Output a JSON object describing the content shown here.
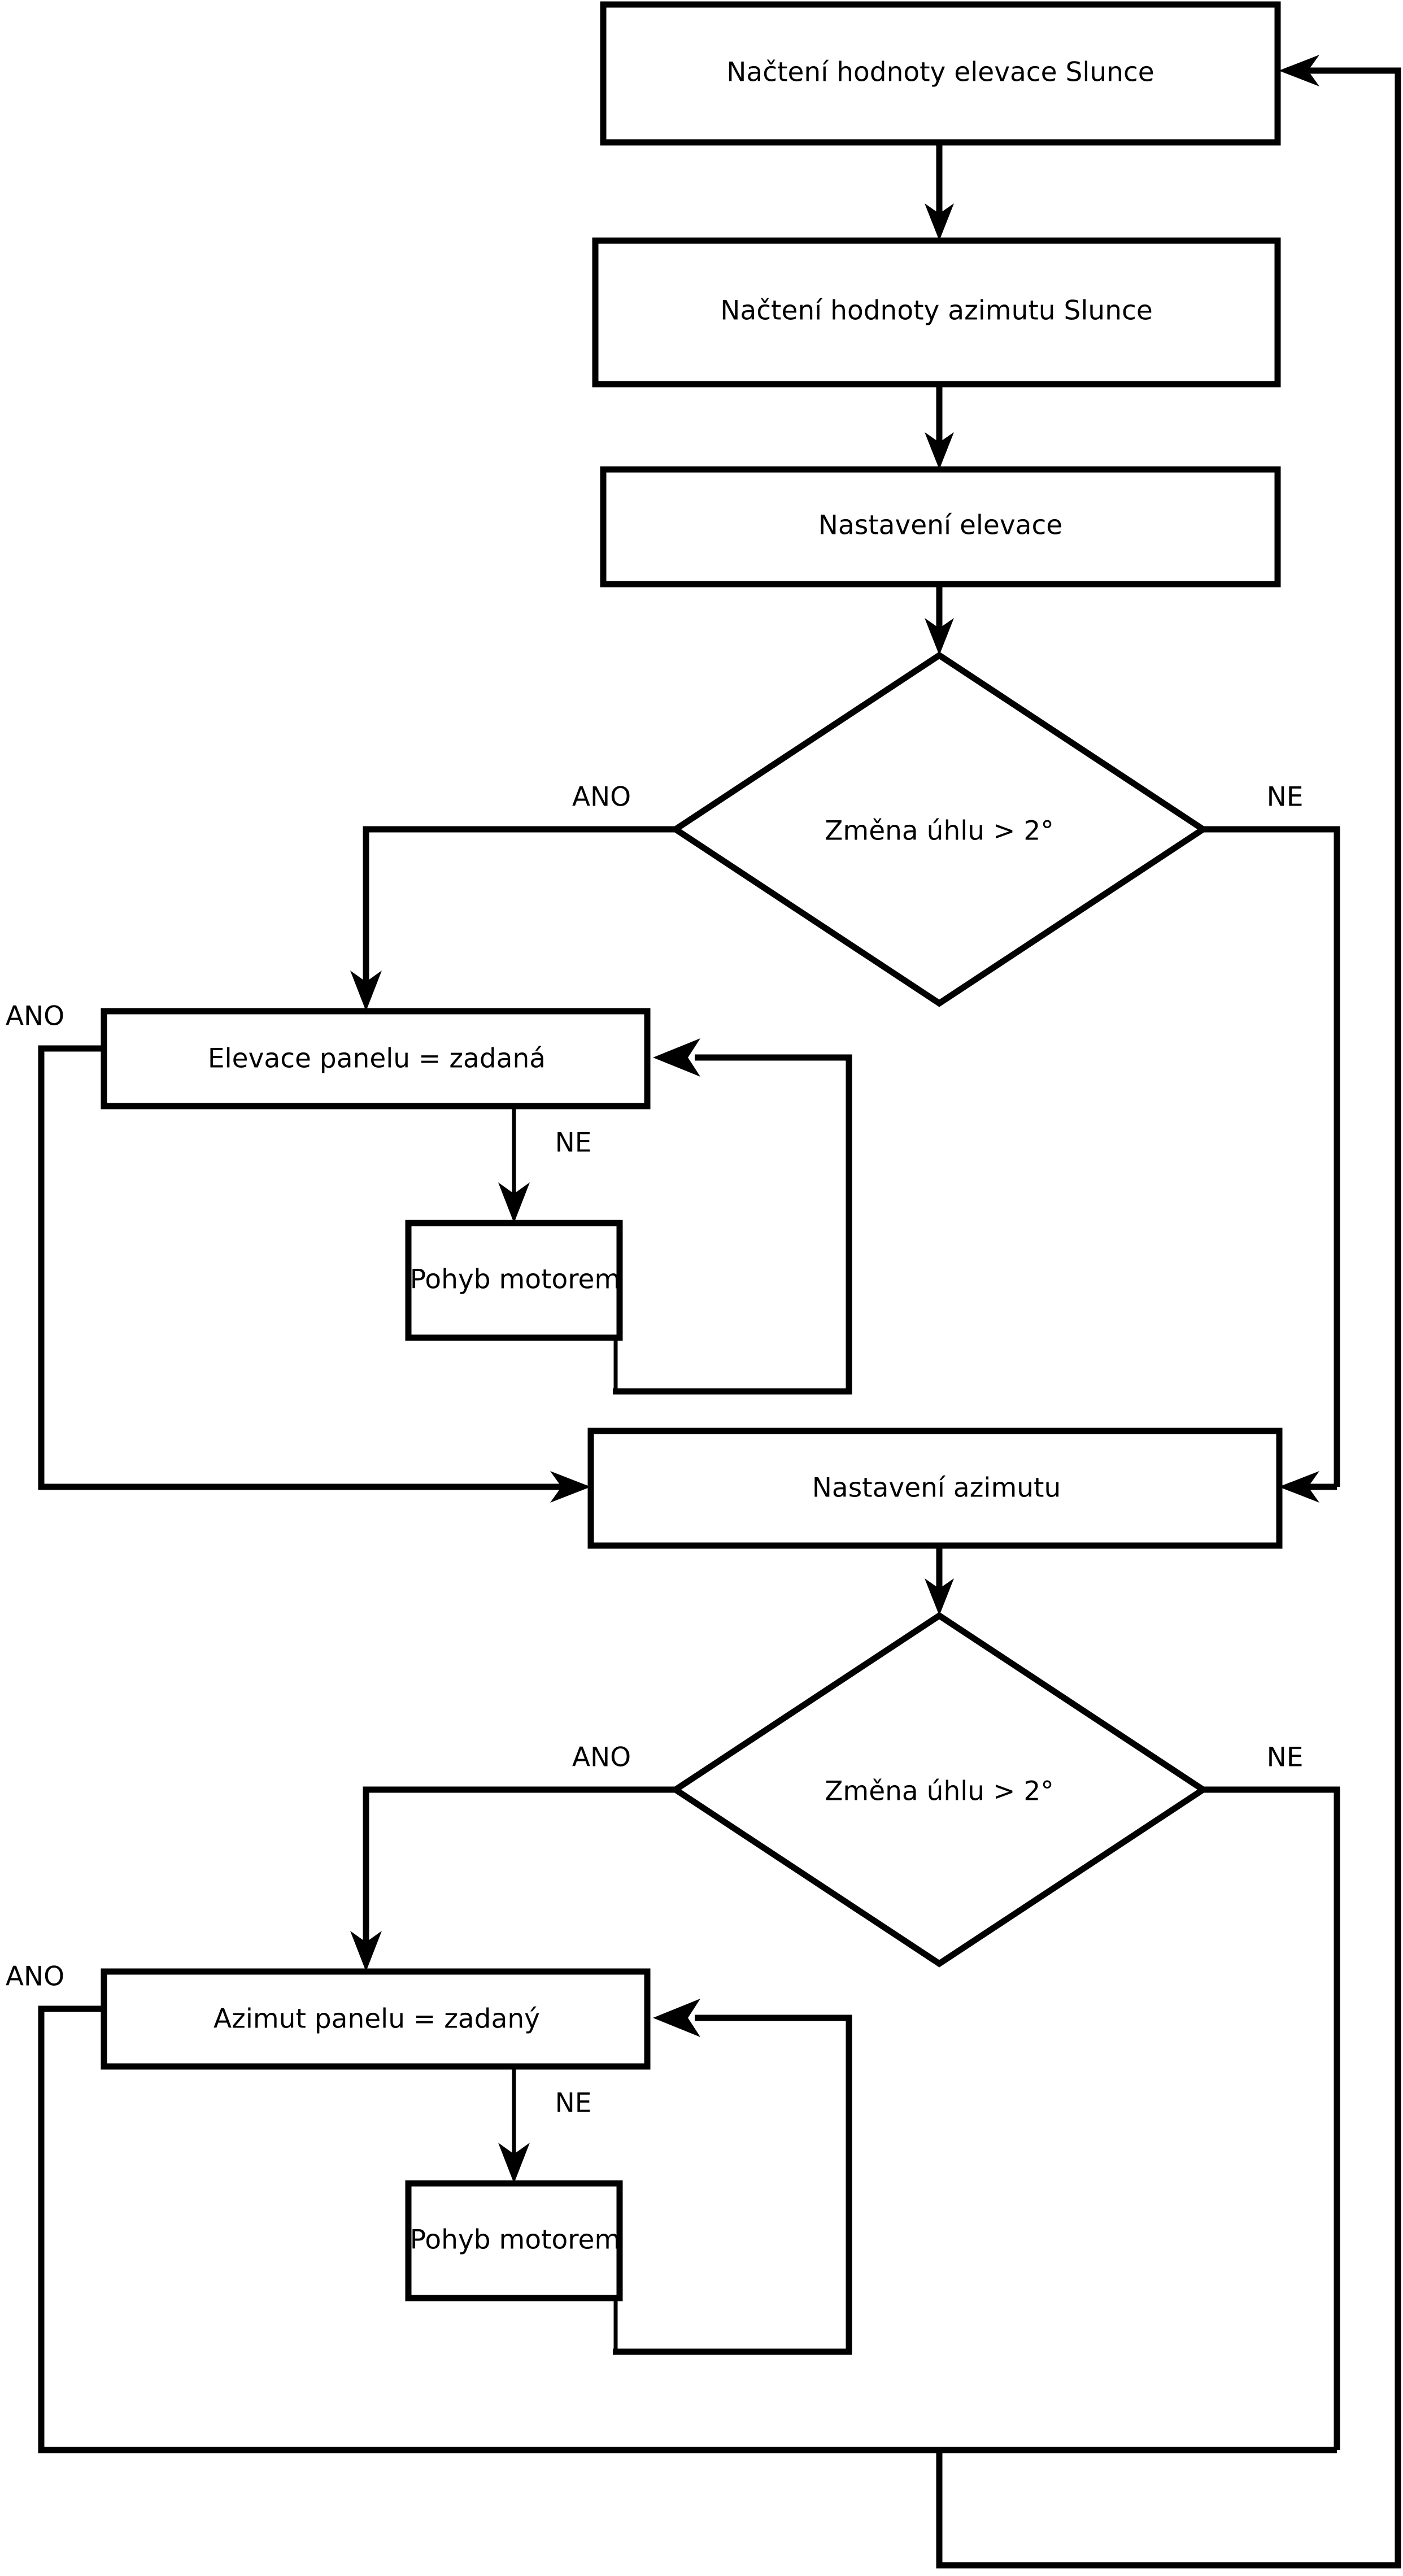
{
  "diagram": {
    "type": "flowchart",
    "language": "cs",
    "title": "",
    "nodes": [
      {
        "id": "read-elevation",
        "shape": "process",
        "label": "Načtení hodnoty elevace Slunce"
      },
      {
        "id": "read-azimuth",
        "shape": "process",
        "label": "Načtení hodnoty azimutu Slunce"
      },
      {
        "id": "set-elevation",
        "shape": "process",
        "label": "Nastavení elevace"
      },
      {
        "id": "decision-elev",
        "shape": "decision",
        "label": "Změna úhlu > 2°"
      },
      {
        "id": "panel-elev-eq",
        "shape": "process",
        "label": "Elevace panelu = zadaná"
      },
      {
        "id": "motor-move-1",
        "shape": "process",
        "label": "Pohyb motorem"
      },
      {
        "id": "set-azimuth",
        "shape": "process",
        "label": "Nastavení azimutu"
      },
      {
        "id": "decision-azim",
        "shape": "decision",
        "label": "Změna úhlu > 2°"
      },
      {
        "id": "panel-azim-eq",
        "shape": "process",
        "label": "Azimut panelu = zadaný"
      },
      {
        "id": "motor-move-2",
        "shape": "process",
        "label": "Pohyb motorem"
      }
    ],
    "edge_labels": {
      "dec1_yes": "ANO",
      "dec1_no": "NE",
      "elev_yes": "ANO",
      "elev_no": "NE",
      "dec2_yes": "ANO",
      "dec2_no": "NE",
      "azim_yes": "ANO",
      "azim_no": "NE"
    },
    "colors": {
      "stroke": "#000000",
      "fill": "#ffffff",
      "text": "#000000"
    }
  }
}
